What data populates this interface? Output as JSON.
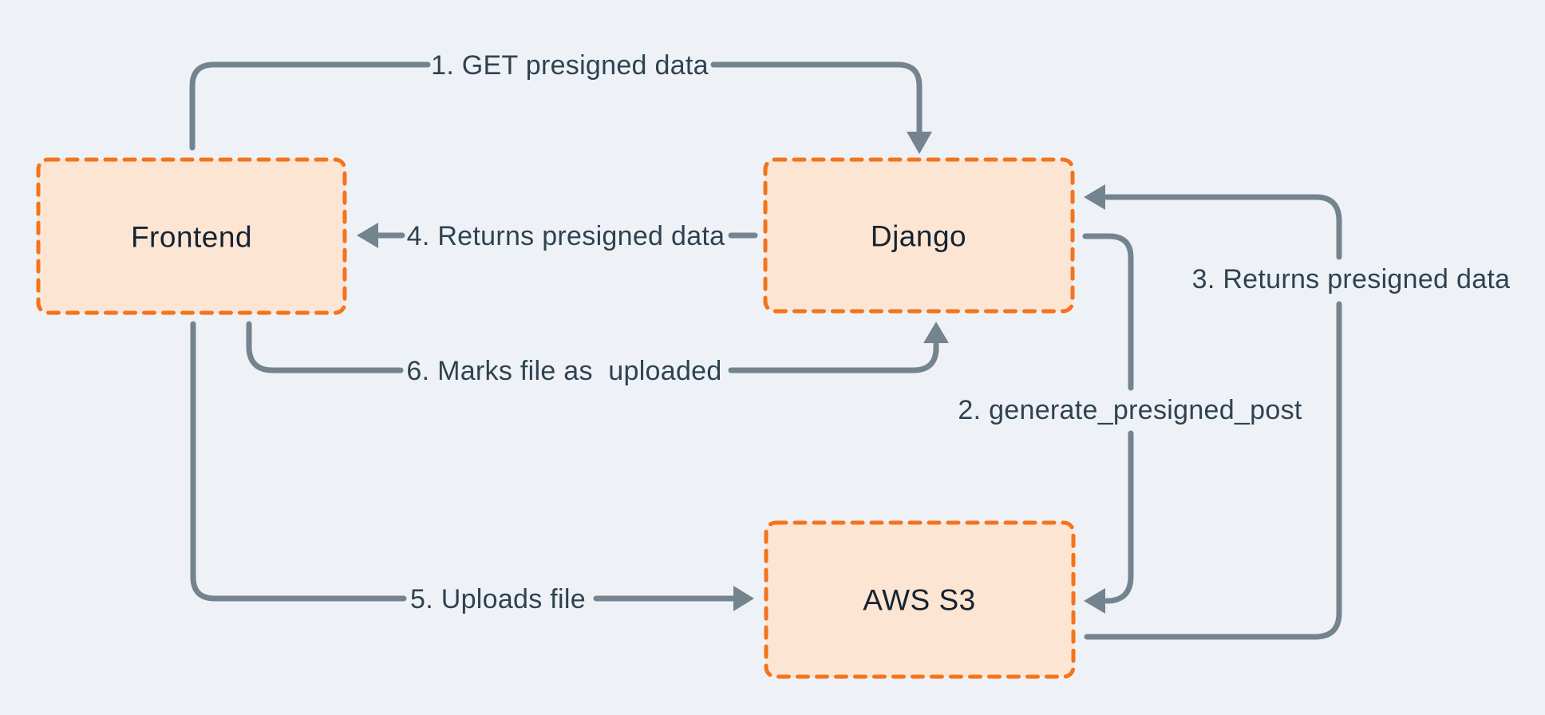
{
  "diagram": {
    "nodes": [
      {
        "id": "frontend",
        "label": "Frontend"
      },
      {
        "id": "django",
        "label": "Django"
      },
      {
        "id": "aws-s3",
        "label": "AWS S3"
      }
    ],
    "edges": [
      {
        "id": "edge-1",
        "label": "1. GET presigned data",
        "from": "Frontend",
        "to": "Django"
      },
      {
        "id": "edge-2",
        "label": "2. generate_presigned_post",
        "from": "Django",
        "to": "AWS S3"
      },
      {
        "id": "edge-3",
        "label": "3. Returns presigned data",
        "from": "AWS S3",
        "to": "Django"
      },
      {
        "id": "edge-4",
        "label": "4. Returns presigned data",
        "from": "Django",
        "to": "Frontend"
      },
      {
        "id": "edge-5",
        "label": "5. Uploads file",
        "from": "Frontend",
        "to": "AWS S3"
      },
      {
        "id": "edge-6",
        "label": "6. Marks file as  uploaded",
        "from": "Frontend",
        "to": "Django"
      }
    ],
    "colors": {
      "background": "#eef2f6",
      "node_fill": "#fde5d3",
      "node_border": "#f4731c",
      "arrow": "#73848f",
      "edge_label_text": "#2f4250",
      "node_label_text": "#162330"
    }
  }
}
